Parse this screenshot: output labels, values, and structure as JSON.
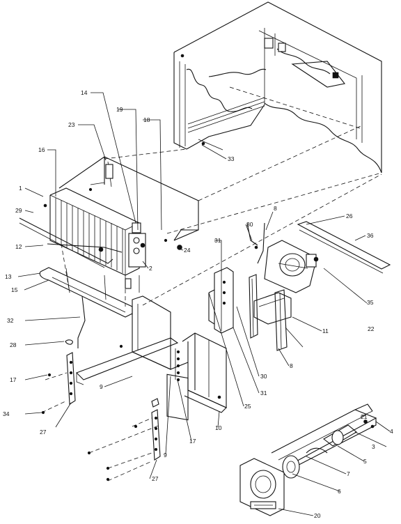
{
  "callouts": [
    {
      "id": "c1",
      "text": "1"
    },
    {
      "id": "c2",
      "text": "2"
    },
    {
      "id": "c3",
      "text": "3"
    },
    {
      "id": "c4",
      "text": "4"
    },
    {
      "id": "c5",
      "text": "5"
    },
    {
      "id": "c6",
      "text": "6"
    },
    {
      "id": "c7",
      "text": "7"
    },
    {
      "id": "c8a",
      "text": "8"
    },
    {
      "id": "c8b",
      "text": "8"
    },
    {
      "id": "c9a",
      "text": "9"
    },
    {
      "id": "c9b",
      "text": "9"
    },
    {
      "id": "c10",
      "text": "10"
    },
    {
      "id": "c11",
      "text": "11"
    },
    {
      "id": "c12",
      "text": "12"
    },
    {
      "id": "c13",
      "text": "13"
    },
    {
      "id": "c14",
      "text": "14"
    },
    {
      "id": "c15",
      "text": "15"
    },
    {
      "id": "c16",
      "text": "16"
    },
    {
      "id": "c17a",
      "text": "17"
    },
    {
      "id": "c17b",
      "text": "17"
    },
    {
      "id": "c18",
      "text": "18"
    },
    {
      "id": "c19",
      "text": "19"
    },
    {
      "id": "c20",
      "text": "20"
    },
    {
      "id": "c21",
      "text": "21"
    },
    {
      "id": "c22",
      "text": "22"
    },
    {
      "id": "c23",
      "text": "23"
    },
    {
      "id": "c24",
      "text": "24"
    },
    {
      "id": "c25",
      "text": "25"
    },
    {
      "id": "c26",
      "text": "26"
    },
    {
      "id": "c27a",
      "text": "27"
    },
    {
      "id": "c27b",
      "text": "27"
    },
    {
      "id": "c28",
      "text": "28"
    },
    {
      "id": "c29",
      "text": "29"
    },
    {
      "id": "c30a",
      "text": "30"
    },
    {
      "id": "c30b",
      "text": "30"
    },
    {
      "id": "c31a",
      "text": "31"
    },
    {
      "id": "c31b",
      "text": "31"
    },
    {
      "id": "c32",
      "text": "32"
    },
    {
      "id": "c33",
      "text": "33"
    },
    {
      "id": "c34",
      "text": "34"
    },
    {
      "id": "c35",
      "text": "35"
    },
    {
      "id": "c36",
      "text": "36"
    }
  ]
}
